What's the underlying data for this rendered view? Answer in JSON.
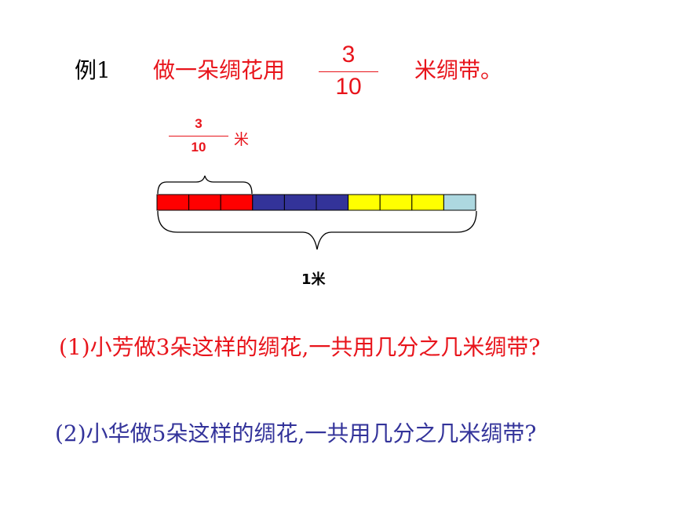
{
  "example": {
    "label": "例1",
    "text": "做一朵绸花用",
    "fraction": {
      "numerator": "3",
      "denominator": "10"
    },
    "tail": "米绸带。"
  },
  "diagram": {
    "part_fraction": {
      "numerator": "3",
      "denominator": "10"
    },
    "part_unit": "米",
    "whole_label": "1米",
    "segments": 10,
    "segment_colors": [
      "#ff0000",
      "#ff0000",
      "#ff0000",
      "#333399",
      "#333399",
      "#333399",
      "#ffff00",
      "#ffff00",
      "#ffff00",
      "#add8e0"
    ]
  },
  "questions": [
    {
      "text": "(1)小芳做3朵这样的绸花,一共用几分之几米绸带?",
      "color": "#e8141b"
    },
    {
      "text": "(2)小华做5朵这样的绸花,一共用几分之几米绸带?",
      "color": "#33339a"
    }
  ]
}
